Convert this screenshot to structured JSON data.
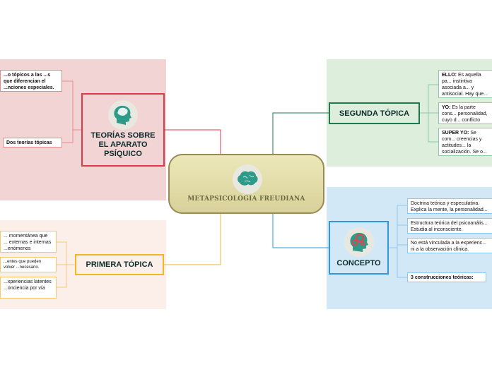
{
  "central": {
    "title": "METAPSICOLOGIA FREUDIANA"
  },
  "teorias": {
    "title": "TEORÍAS SOBRE EL APARATO PSÍQUICO",
    "leaf1": "...o tópicos a las ...s que diferencian el ...nciones especiales.",
    "leaf2": "Dos teorías tópicas"
  },
  "primera": {
    "title": "PRIMERA TÓPICA",
    "leaf1": "... momentánea que ... externas e internas ...enómenos psíquicos.",
    "leaf2": "...entes que pueden volver ...necesario.",
    "leaf3": "...xperiencias latentes ...onciencia por vía"
  },
  "segunda": {
    "title": "SEGUNDA TÓPICA",
    "ello_label": "ELLO:",
    "ello_text": "Es aquella pa... instintiva asociada a... y antisocial. Hay que... función es controlad...",
    "yo_label": "YO:",
    "yo_text": "Es la parte cons... personalidad, cuyo d... conflicto entre el ello...",
    "super_label": "SUPER YO:",
    "super_text": "Se com... creencias y actitudes... la socialización. Se o... cada uno."
  },
  "concepto": {
    "title": "CONCEPTO",
    "leaf1": "Doctrina teórica y especulativa. Explica la mente, la personalidad...",
    "leaf2": "Estructura teórica del psicoanális... Estudia al inconsciente.",
    "leaf3": "No está vinculada a la experienc... ni a la observación clínica.",
    "leaf4": "3 construcciones teóricas:"
  },
  "colors": {
    "teorias_panel": "#f2d4d4",
    "primera_panel": "#fcefea",
    "segunda_panel": "#ddeedd",
    "concepto_panel": "#d3e8f7",
    "teorias_border": "#e03a4a",
    "primera_border": "#f2b625",
    "segunda_border": "#1f7a4c",
    "concepto_border": "#2e97de"
  }
}
